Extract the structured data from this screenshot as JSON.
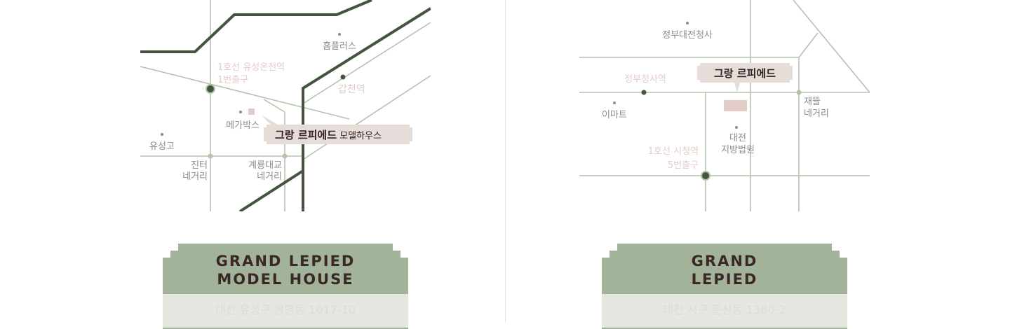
{
  "map_left": {
    "places": {
      "homeplus": "홈플러스",
      "yuseong_station_l1": "1호선 유성온천역",
      "yuseong_station_l2": "1번출구",
      "gapcheon_station": "갑천역",
      "megabox": "메가박스",
      "yuseong_high": "유성고",
      "jinteo_l1": "진터",
      "jinteo_l2": "네거리",
      "gyeryong_l1": "계룡대교",
      "gyeryong_l2": "네거리"
    },
    "marker": {
      "name_bold": "그랑 르피에드",
      "name_suffix": " 모델하우스"
    },
    "title_line1": "GRAND LEPIED",
    "title_line2": "MODEL HOUSE",
    "address": "대전 유성구 봉명동 1017-10"
  },
  "map_right": {
    "places": {
      "gov_complex": "정부대전청사",
      "gov_station": "정부청사역",
      "emart": "이마트",
      "jaeddeul_l1": "재뜰",
      "jaeddeul_l2": "네거리",
      "court_l1": "대전",
      "court_l2": "지방법원",
      "cityhall_l1": "1호선 시청역",
      "cityhall_l2": "5번출구"
    },
    "marker": {
      "name_bold": "그랑 르피에드"
    },
    "title_line1": "GRAND",
    "title_line2": "LEPIED",
    "address": "대전 서구 둔산동 1380-2"
  },
  "colors": {
    "road_light": "#b5c3ad",
    "road_dark": "#44553f",
    "label_gray": "#8b8b8b",
    "label_pink": "#e3ccc8",
    "marker_bg": "#e6dcd8",
    "title_bg": "#a3b39a",
    "title_text": "#3a2826",
    "address_bg": "#e5e8e1"
  }
}
